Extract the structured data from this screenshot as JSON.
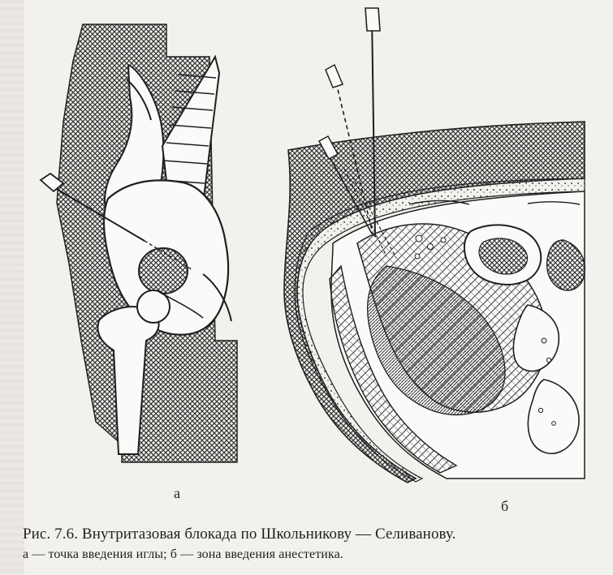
{
  "figure": {
    "panel_label_a": "а",
    "panel_label_b": "б"
  },
  "caption": {
    "line1": "Рис. 7.6. Внутритазовая блокада по Школьникову — Селиванову.",
    "line2": "а — точка введения иглы; б — зона введения анестетика."
  },
  "colors": {
    "ink": "#1f1f1f",
    "paper": "#f3f1ee",
    "hatch": "#3a3a3a"
  }
}
